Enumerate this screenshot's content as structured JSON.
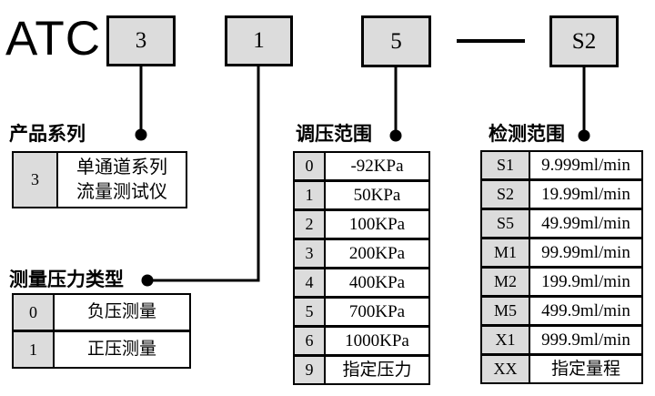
{
  "diagram": {
    "prefix": "ATC",
    "code_boxes": [
      "3",
      "1",
      "5",
      "S2"
    ],
    "colors": {
      "box_fill": "#dcdcdc",
      "line": "#000000",
      "background": "#ffffff"
    },
    "sections": [
      {
        "title": "产品系列",
        "rows": [
          {
            "code": "3",
            "value": "单通道系列\n流量测试仪"
          }
        ]
      },
      {
        "title": "测量压力类型",
        "rows": [
          {
            "code": "0",
            "value": "负压测量"
          },
          {
            "code": "1",
            "value": "正压测量"
          }
        ]
      },
      {
        "title": "调压范围",
        "rows": [
          {
            "code": "0",
            "value": "-92KPa"
          },
          {
            "code": "1",
            "value": "50KPa"
          },
          {
            "code": "2",
            "value": "100KPa"
          },
          {
            "code": "3",
            "value": "200KPa"
          },
          {
            "code": "4",
            "value": "400KPa"
          },
          {
            "code": "5",
            "value": "700KPa"
          },
          {
            "code": "6",
            "value": "1000KPa"
          },
          {
            "code": "9",
            "value": "指定压力"
          }
        ]
      },
      {
        "title": "检测范围",
        "rows": [
          {
            "code": "S1",
            "value": "9.999ml/min"
          },
          {
            "code": "S2",
            "value": "19.99ml/min"
          },
          {
            "code": "S5",
            "value": "49.99ml/min"
          },
          {
            "code": "M1",
            "value": "99.99ml/min"
          },
          {
            "code": "M2",
            "value": "199.9ml/min"
          },
          {
            "code": "M5",
            "value": "499.9ml/min"
          },
          {
            "code": "X1",
            "value": "999.9ml/min"
          },
          {
            "code": "XX",
            "value": "指定量程"
          }
        ]
      }
    ]
  }
}
